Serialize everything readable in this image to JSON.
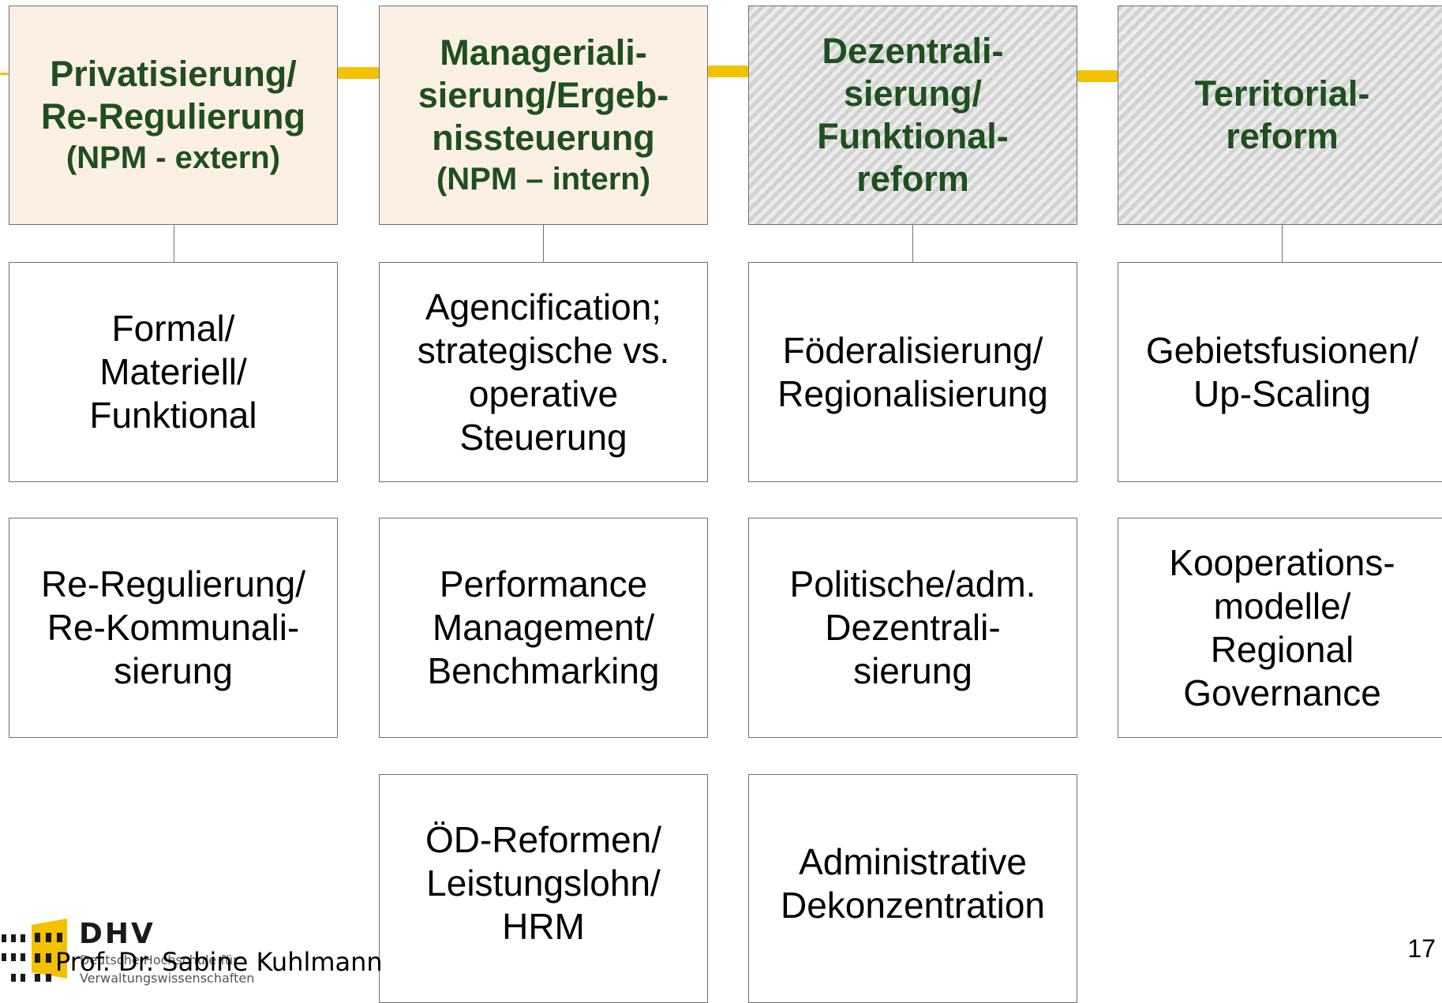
{
  "columns": [
    {
      "header": {
        "lines": [
          "Privatisierung/",
          "Re-Regulierung"
        ],
        "sub": "(NPM - extern)",
        "style": "beige"
      },
      "cells": [
        [
          "Formal/",
          "Materiell/",
          "Funktional"
        ],
        [
          "Re-Regulierung/",
          "Re-Kommunali-",
          "sierung"
        ]
      ]
    },
    {
      "header": {
        "lines": [
          "Manageriali-",
          "sierung/Ergeb-",
          "nissteuerung"
        ],
        "sub": "(NPM – intern)",
        "style": "beige"
      },
      "cells": [
        [
          "Agencification;",
          "strategische vs.",
          "operative",
          "Steuerung"
        ],
        [
          "Performance",
          "Management/",
          "Benchmarking"
        ],
        [
          "ÖD-Reformen/",
          "Leistungslohn/",
          "HRM"
        ]
      ]
    },
    {
      "header": {
        "lines": [
          "Dezentrali-",
          "sierung/",
          "Funktional-",
          "reform"
        ],
        "sub": "",
        "style": "hatched"
      },
      "cells": [
        [
          "Föderalisierung/",
          "Regionalisierung"
        ],
        [
          "Politische/adm.",
          "Dezentrali-",
          "sierung"
        ],
        [
          "Administrative",
          "Dekonzentration"
        ]
      ]
    },
    {
      "header": {
        "lines": [
          "Territorial-",
          "reform"
        ],
        "sub": "",
        "style": "hatched"
      },
      "cells": [
        [
          "Gebietsfusionen/",
          "Up-Scaling"
        ],
        [
          "Kooperations-",
          "modelle/",
          "Regional",
          "Governance"
        ]
      ]
    }
  ],
  "footer": {
    "logo_text": "DHV",
    "logo_sub1": "Deutsche Hochschule für",
    "logo_sub2": "Verwaltungswissenschaften",
    "author": "Prof. Dr. Sabine Kuhlmann",
    "page_number": "17"
  },
  "colors": {
    "header_text": "#1f4f1f",
    "header_beige": "#fcefe4",
    "header_hatch": "#dcdcdc",
    "connector_bar": "#f2c200",
    "logo_yellow": "#f2c200"
  }
}
